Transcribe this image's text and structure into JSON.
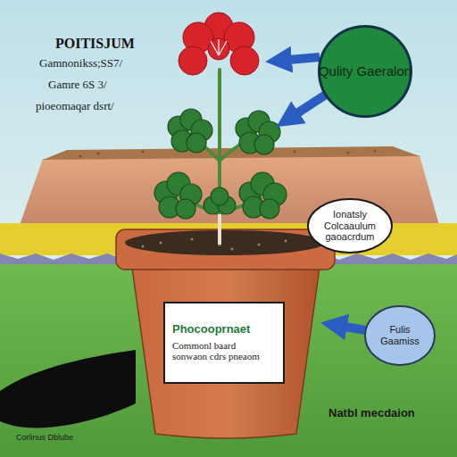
{
  "diagram": {
    "title": "POITISJUM",
    "nodes": [
      {
        "text": [
          "Qulity Gaeralon"
        ]
      },
      {
        "text": [
          "Ionatsly Colcaaulum gaoacrdum"
        ]
      },
      {
        "text": [
          "Phocooprnaet",
          "Commonl baard sonwaon cdrs pneaom"
        ]
      },
      {
        "text": [
          "Fulis Gaamiss"
        ]
      }
    ],
    "labels": [
      "Gamnonikss;SS7/",
      "Gamre 6S 3/",
      "pioeomaqar dsrt/",
      "Natbl mecdaion",
      "Corlinus Dblube"
    ]
  }
}
